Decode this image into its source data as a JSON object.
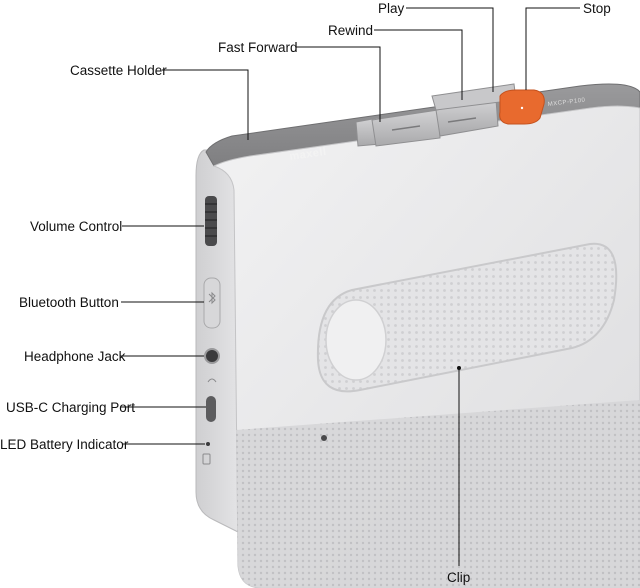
{
  "device": {
    "brand": "maxell",
    "model": "MXCP-P100",
    "colors": {
      "body_shell": "#e7e7e8",
      "top_panel": "#8a8a8c",
      "side_panel": "#d9d9db",
      "stop_button": "#e86a2e",
      "callout_text": "#111111"
    }
  },
  "callouts": {
    "play": "Play",
    "stop": "Stop",
    "rewind": "Rewind",
    "fast_forward": "Fast Forward",
    "cassette_holder": "Cassette Holder",
    "volume_control": "Volume Control",
    "bluetooth_button": "Bluetooth Button",
    "headphone_jack": "Headphone Jack",
    "usb_c_port": "USB-C Charging Port",
    "led_battery": "LED Battery Indicator",
    "clip": "Clip"
  }
}
